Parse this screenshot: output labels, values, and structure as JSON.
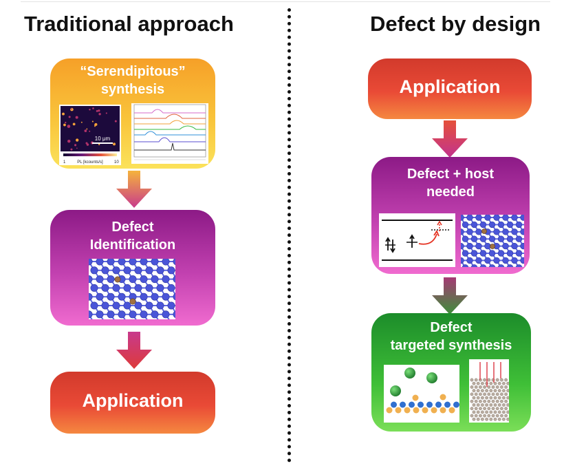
{
  "left": {
    "title": "Traditional approach",
    "box1": {
      "line1": "“Serendipitous”",
      "line2": "synthesis"
    },
    "pl_map": {
      "scale_label": "10 μm",
      "colorbar_label": "PL [kcounts/s]",
      "cb_min": "1",
      "cb_max": "10"
    },
    "box2": {
      "line1": "Defect",
      "line2": "Identification"
    },
    "box3": {
      "label": "Application"
    }
  },
  "right": {
    "title": "Defect by design",
    "box1": {
      "label": "Application"
    },
    "box2": {
      "line1": "Defect + host",
      "line2": "needed"
    },
    "box3": {
      "line1": "Defect",
      "line2": "targeted synthesis"
    }
  },
  "colors": {
    "red": "#e04232",
    "yellow": "#f9c43b",
    "magenta": "#c241b0",
    "green": "#3fbf37",
    "atom_blue": "#4a55d8",
    "defect_atom": "#a07040"
  }
}
